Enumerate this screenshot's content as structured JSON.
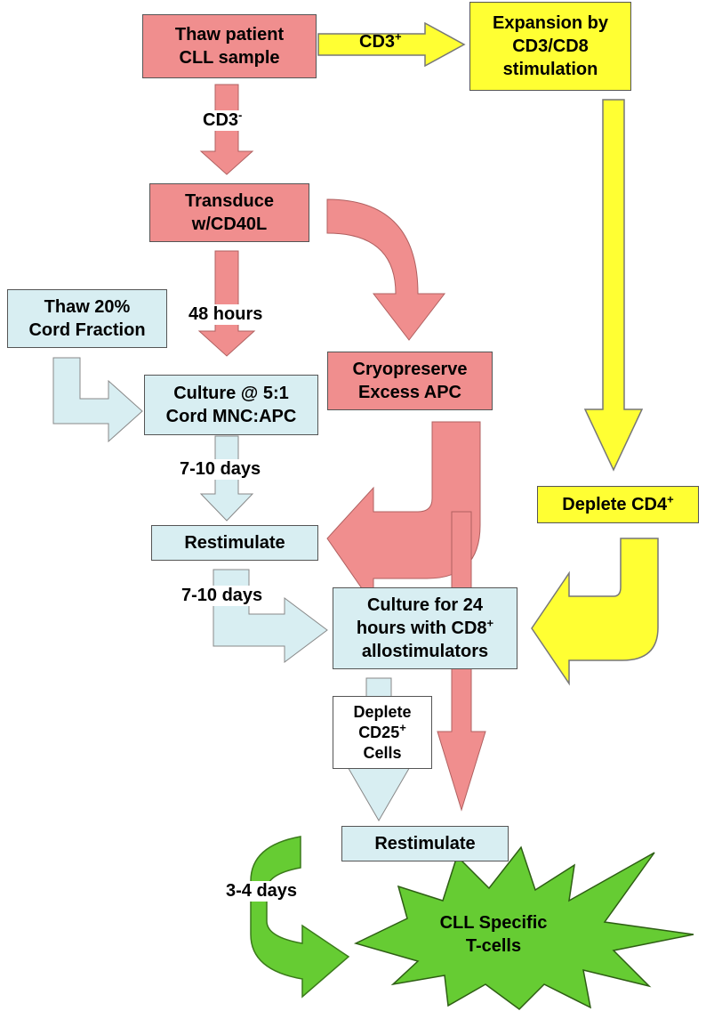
{
  "colors": {
    "patient_flow": "#f08e8e",
    "cd3_flow": "#ffff33",
    "cord_flow": "#d8eef2",
    "final": "#66cc33"
  },
  "boxes": {
    "thaw_patient": [
      "Thaw patient",
      "CLL sample"
    ],
    "expansion": [
      "Expansion by",
      "CD3/CD8",
      "stimulation"
    ],
    "transduce": [
      "Transduce",
      "w/CD40L"
    ],
    "thaw_cord": [
      "Thaw 20%",
      "Cord Fraction"
    ],
    "culture_51": [
      "Culture @ 5:1",
      "Cord MNC:APC"
    ],
    "cryopreserve": [
      "Cryopreserve",
      "Excess APC"
    ],
    "deplete_cd4": "Deplete CD4",
    "deplete_cd4_sup": "+",
    "restimulate_1": "Restimulate",
    "culture_24_lines": [
      "Culture for 24",
      "hours with CD8",
      "allostimulators"
    ],
    "culture_24_sup": "+",
    "deplete_cd25_lines": [
      "Deplete",
      "CD25",
      "Cells"
    ],
    "deplete_cd25_sup": "+",
    "restimulate_2": "Restimulate",
    "final": [
      "CLL Specific",
      "T-cells"
    ]
  },
  "labels": {
    "cd3_pos": "CD3",
    "cd3_pos_sup": "+",
    "cd3_neg": "CD3",
    "cd3_neg_sup": "-",
    "hours_48": "48 hours",
    "days_710_a": "7-10 days",
    "days_710_b": "7-10 days",
    "days_34": "3-4 days"
  }
}
